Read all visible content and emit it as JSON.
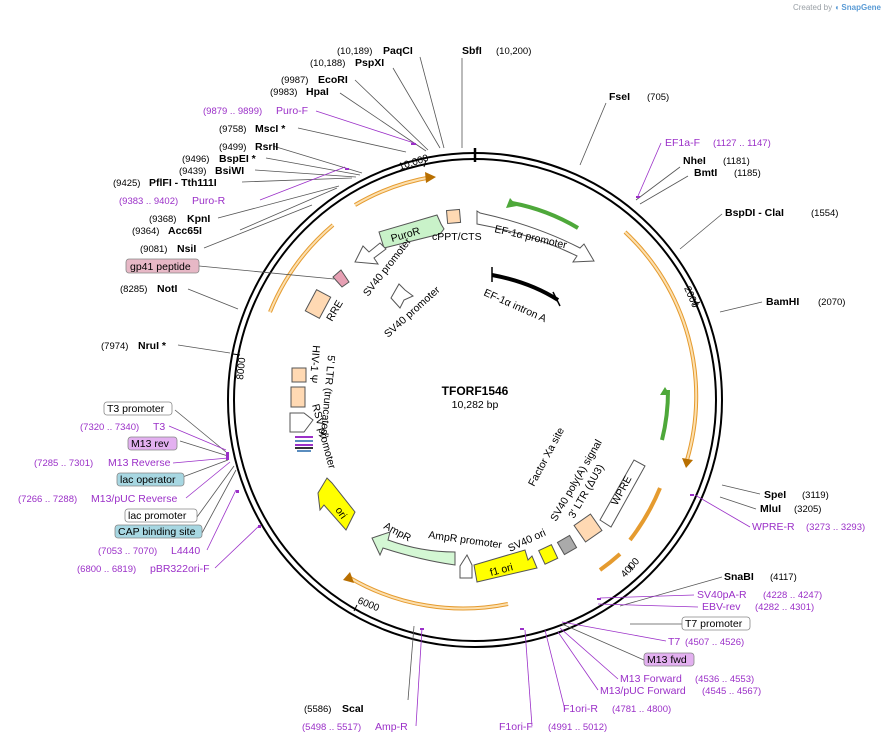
{
  "credit": {
    "prefix": "Created by",
    "brand": "SnapGene"
  },
  "plasmid": {
    "name": "TFORF1546",
    "length_label": "10,282 bp",
    "length": 10282
  },
  "colors": {
    "primer": "#9b30c8",
    "orange": "#f5a623",
    "green": "#5cb85c",
    "promoter_fill": "#ffffff",
    "feature_fill": "#ffd9b3"
  },
  "ticks": [
    {
      "pos": 2000,
      "label": "2000"
    },
    {
      "pos": 4000,
      "label": "4000"
    },
    {
      "pos": 6000,
      "label": "6000"
    },
    {
      "pos": 8000,
      "label": "8000"
    },
    {
      "pos": 10000,
      "label": "10,000"
    }
  ],
  "sites": [
    {
      "name": "PaqCI",
      "coord": "(10,189)"
    },
    {
      "name": "PspXI",
      "coord": "(10,188)"
    },
    {
      "name": "EcoRI",
      "coord": "(9987)"
    },
    {
      "name": "HpaI",
      "coord": "(9983)"
    },
    {
      "name": "MscI *",
      "coord": "(9758)"
    },
    {
      "name": "RsrII",
      "coord": "(9499)"
    },
    {
      "name": "BspEI *",
      "coord": "(9496)"
    },
    {
      "name": "BsiWI",
      "coord": "(9439)"
    },
    {
      "name": "PflFI - Tth111I",
      "coord": "(9425)"
    },
    {
      "name": "KpnI",
      "coord": "(9368)"
    },
    {
      "name": "Acc65I",
      "coord": "(9364)"
    },
    {
      "name": "NsiI",
      "coord": "(9081)"
    },
    {
      "name": "NotI",
      "coord": "(8285)"
    },
    {
      "name": "NruI *",
      "coord": "(7974)"
    },
    {
      "name": "SbfI",
      "coord": "(10,200)"
    },
    {
      "name": "FseI",
      "coord": "(705)"
    },
    {
      "name": "NheI",
      "coord": "(1181)"
    },
    {
      "name": "BmtI",
      "coord": "(1185)"
    },
    {
      "name": "BspDI - ClaI",
      "coord": "(1554)"
    },
    {
      "name": "BamHI",
      "coord": "(2070)"
    },
    {
      "name": "SpeI",
      "coord": "(3119)"
    },
    {
      "name": "MluI",
      "coord": "(3205)"
    },
    {
      "name": "SnaBI",
      "coord": "(4117)"
    },
    {
      "name": "ScaI",
      "coord": "(5586)"
    }
  ],
  "primers": [
    {
      "name": "Puro-F",
      "coord": "(9879 .. 9899)"
    },
    {
      "name": "Puro-R",
      "coord": "(9383 .. 9402)"
    },
    {
      "name": "EF1a-F",
      "coord": "(1127 .. 1147)"
    },
    {
      "name": "WPRE-R",
      "coord": "(3273 .. 3293)"
    },
    {
      "name": "SV40pA-R",
      "coord": "(4228 .. 4247)"
    },
    {
      "name": "EBV-rev",
      "coord": "(4282 .. 4301)"
    },
    {
      "name": "T7",
      "coord": "(4507 .. 4526)"
    },
    {
      "name": "M13 Forward",
      "coord": "(4536 .. 4553)"
    },
    {
      "name": "M13/pUC Forward",
      "coord": "(4545 .. 4567)"
    },
    {
      "name": "F1ori-R",
      "coord": "(4781 .. 4800)"
    },
    {
      "name": "F1ori-F",
      "coord": "(4991 .. 5012)"
    },
    {
      "name": "Amp-R",
      "coord": "(5498 .. 5517)"
    },
    {
      "name": "T3",
      "coord": "(7320 .. 7340)"
    },
    {
      "name": "M13 Reverse",
      "coord": "(7285 .. 7301)"
    },
    {
      "name": "M13/pUC Reverse",
      "coord": "(7266 .. 7288)"
    },
    {
      "name": "L4440",
      "coord": "(7053 .. 7070)"
    },
    {
      "name": "pBR322ori-F",
      "coord": "(6800 .. 6819)"
    }
  ],
  "boxed_labels": [
    {
      "name": "gp41 peptide"
    },
    {
      "name": "T3 promoter"
    },
    {
      "name": "M13 rev"
    },
    {
      "name": "lac operator"
    },
    {
      "name": "lac promoter"
    },
    {
      "name": "CAP binding site"
    },
    {
      "name": "T7 promoter"
    },
    {
      "name": "M13 fwd"
    }
  ],
  "features": [
    {
      "name": "PuroR"
    },
    {
      "name": "cPPT/CTS"
    },
    {
      "name": "EF-1α promoter"
    },
    {
      "name": "EF-1α intron A"
    },
    {
      "name": "SV40 promoter"
    },
    {
      "name": "SV40 promoter 2",
      "text": "SV40 promoter"
    },
    {
      "name": "RRE"
    },
    {
      "name": "HIV-1 Ψ"
    },
    {
      "name": "5' LTR (truncated)"
    },
    {
      "name": "RSV promoter"
    },
    {
      "name": "ori"
    },
    {
      "name": "AmpR"
    },
    {
      "name": "AmpR promoter"
    },
    {
      "name": "f1 ori"
    },
    {
      "name": "SV40 ori"
    },
    {
      "name": "SV40 poly(A) signal"
    },
    {
      "name": "3' LTR (ΔU3)"
    },
    {
      "name": "WPRE"
    },
    {
      "name": "Factor Xa site"
    }
  ]
}
